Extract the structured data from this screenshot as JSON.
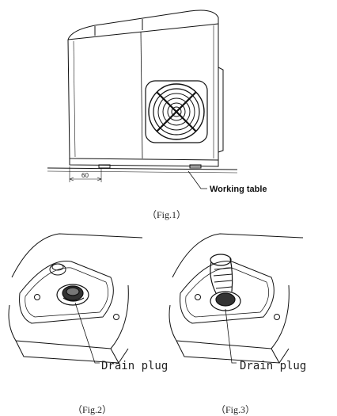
{
  "fig1": {
    "dimension_label": "60",
    "table_label": "Working table",
    "caption": "（Fig.1）"
  },
  "fig2": {
    "callout": "Drain plug",
    "caption": "（Fig.2）"
  },
  "fig3": {
    "callout": "Drain plug",
    "caption": "（Fig.3）"
  },
  "icons": [
    "fan-grille-icon",
    "drain-plug-icon"
  ]
}
